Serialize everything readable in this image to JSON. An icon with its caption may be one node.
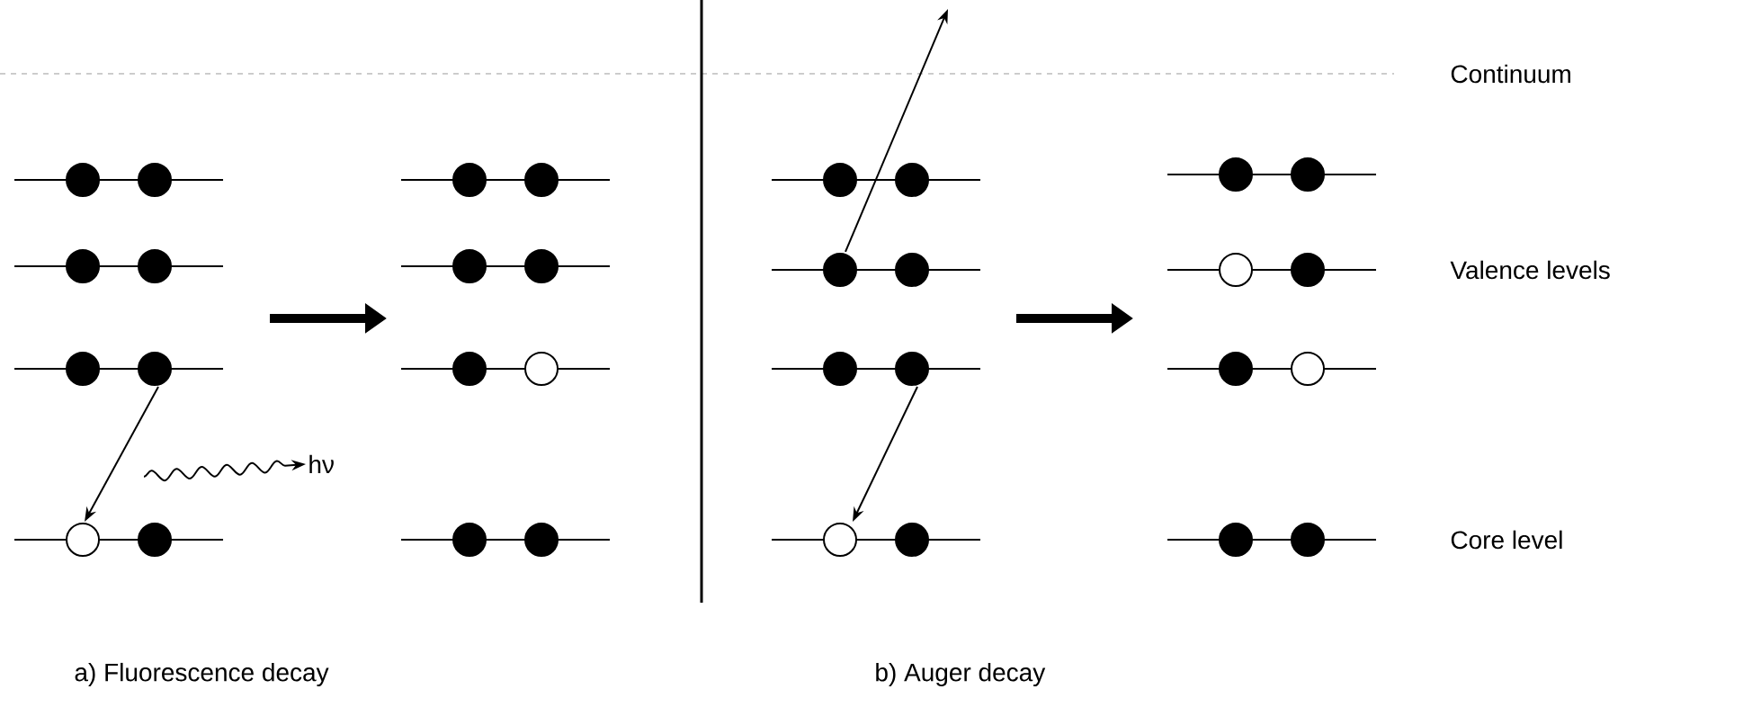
{
  "diagram": {
    "nodes": [
      {
        "text": [],
        "shape": "bar"
      },
      {
        "text": [],
        "shape": "bar"
      },
      {
        "text": [],
        "shape": "bar"
      },
      {
        "text": [],
        "shape": "bar"
      },
      {
        "text": [
          "hν"
        ]
      },
      {
        "text": [],
        "shape": "bar"
      },
      {
        "text": [],
        "shape": "bar"
      },
      {
        "text": [],
        "shape": "bar"
      },
      {
        "text": [],
        "shape": "bar"
      },
      {
        "text": [],
        "shape": "bar"
      },
      {
        "text": [],
        "shape": "bar"
      },
      {
        "text": [],
        "shape": "bar"
      },
      {
        "text": [],
        "shape": "bar"
      },
      {
        "text": [],
        "shape": "bar"
      },
      {
        "text": [],
        "shape": "bar"
      },
      {
        "text": [],
        "shape": "bar"
      },
      {
        "text": [],
        "shape": "bar"
      }
    ],
    "edges": [
      {
        "from": 2,
        "to": 3,
        "arrow": "to"
      },
      {
        "from": null,
        "to": 4,
        "arrow": "to"
      },
      {
        "from": 10,
        "to": null,
        "arrow": "to"
      },
      {
        "from": 11,
        "to": 12,
        "arrow": "to"
      }
    ],
    "labels": [
      "Continuum",
      "Valence levels",
      "Core level",
      "a) Fluorescence decay",
      "b) Auger decay"
    ]
  }
}
